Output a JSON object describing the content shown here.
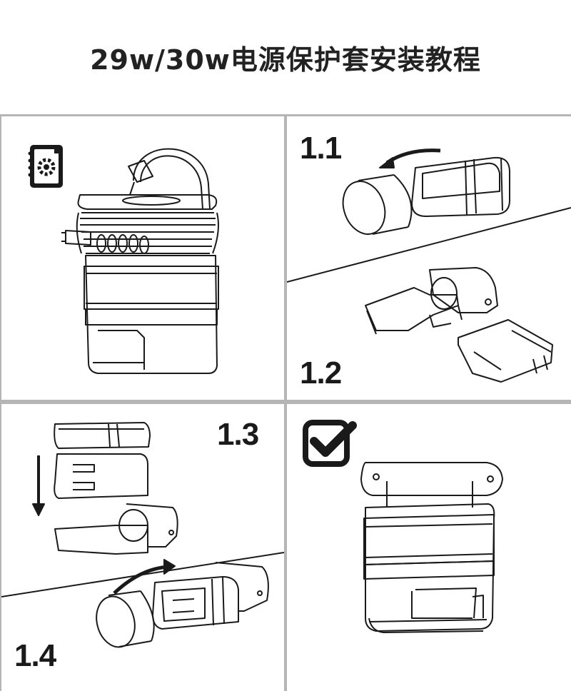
{
  "page": {
    "title": "29w/30w电源保护套安装教程"
  },
  "panels": {
    "overview": {
      "icon": "settings-document-icon"
    },
    "step_1_1": {
      "label": "1.1"
    },
    "step_1_2": {
      "label": "1.2"
    },
    "step_1_3": {
      "label": "1.3"
    },
    "step_1_4": {
      "label": "1.4"
    },
    "result": {
      "icon": "checkmark-box-icon"
    }
  },
  "colors": {
    "line": "#1a1a1a",
    "divider": "#b5b5b5",
    "background": "#ffffff"
  }
}
